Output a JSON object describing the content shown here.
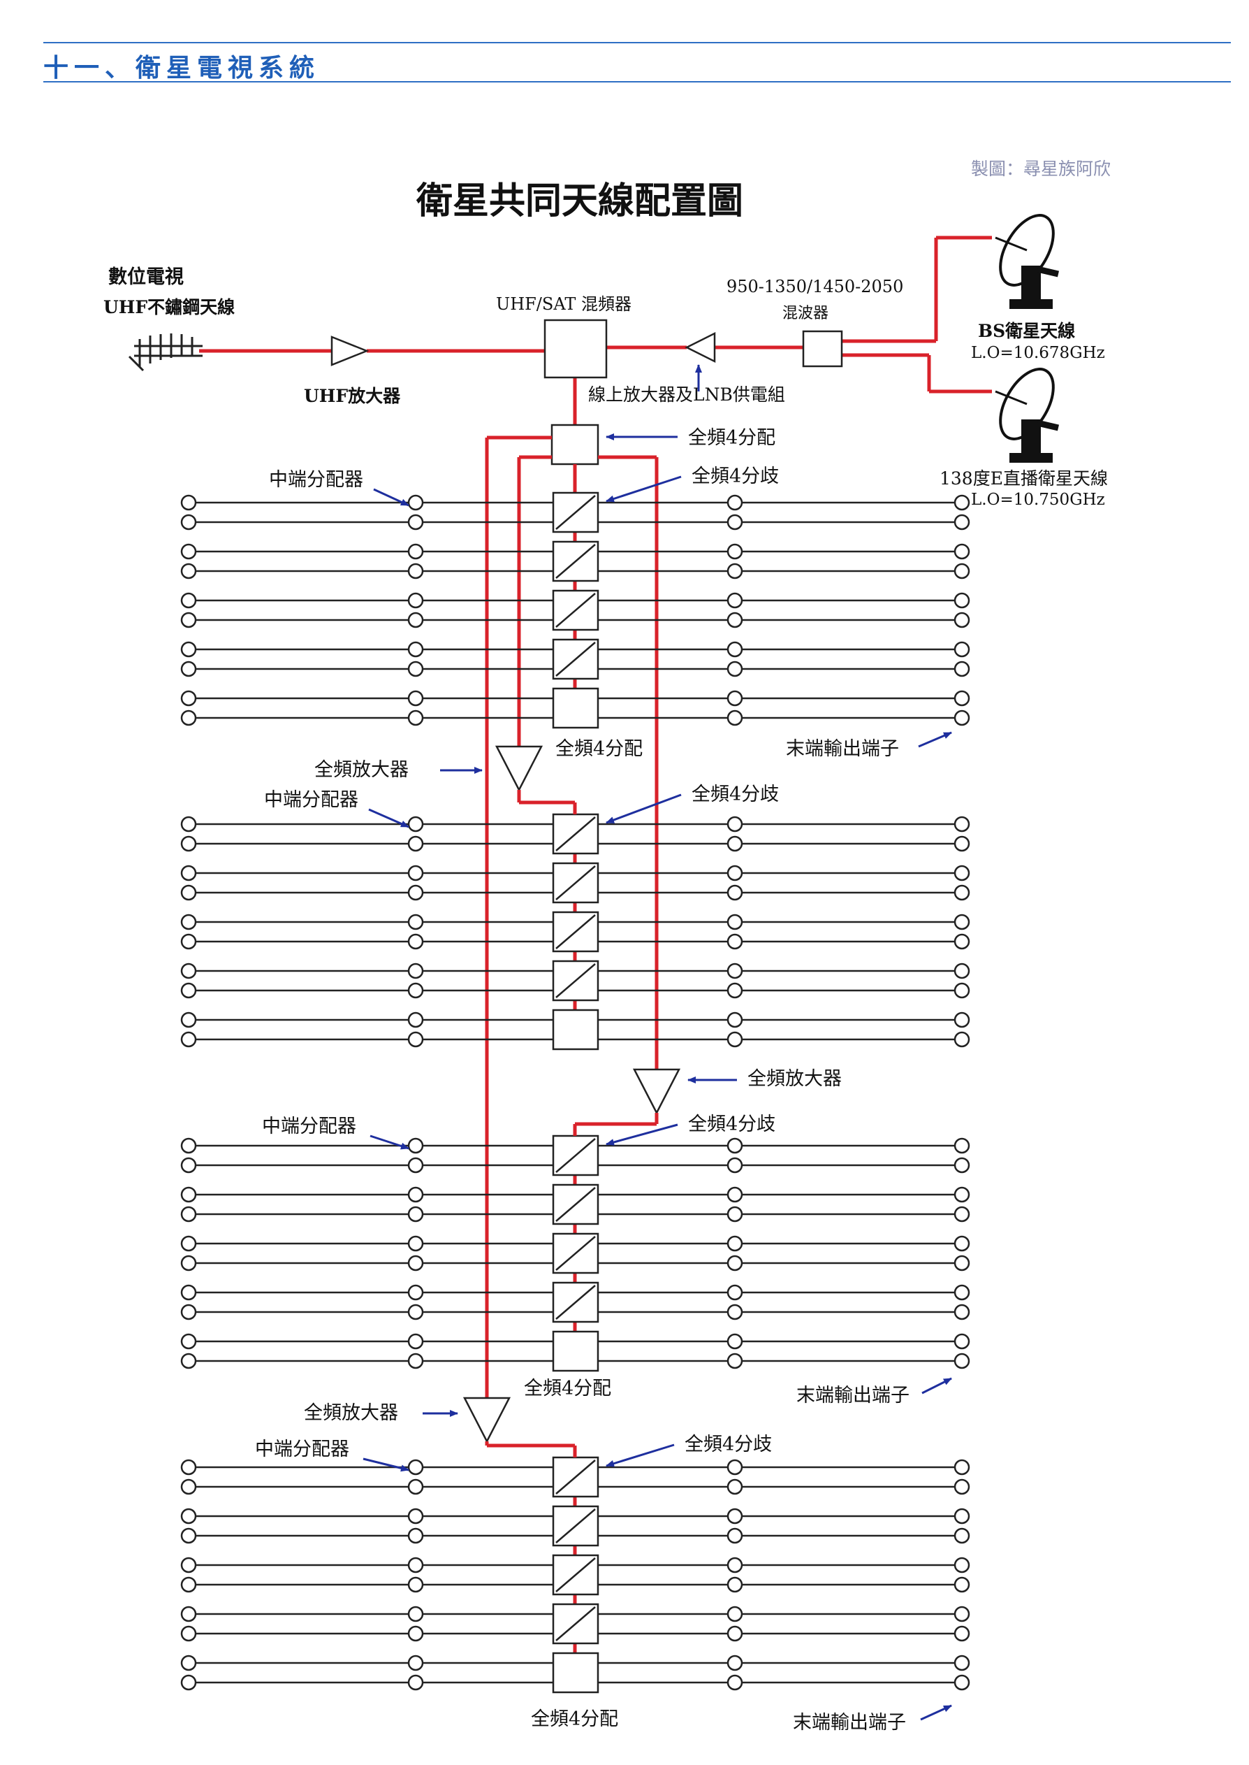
{
  "section": {
    "title": "十一、衛星電視系統"
  },
  "diagram": {
    "title": "衛星共同天線配置圖",
    "credit": "製圖：尋星族阿欣",
    "labels": {
      "digital_tv": "數位電視",
      "uhf_antenna": "UHF不鏽鋼天線",
      "uhf_amp": "UHF放大器",
      "mixer": "UHF/SAT 混頻器",
      "filter_freq": "950-1350/1450-2050",
      "filter_name": "混波器",
      "line_amp": "線上放大器及LNB供電組",
      "bs_name": "BS衛星天線",
      "bs_lo": "L.O=10.678GHz",
      "e138_name": "138度E直播衛星天線",
      "e138_lo": "L.O=10.750GHz"
    },
    "splitter": "全頻4分配",
    "tap": "全頻4分歧",
    "mid_splitter": "中端分配器",
    "amplifier": "全頻放大器",
    "end_terminal": "末端輸出端子"
  }
}
